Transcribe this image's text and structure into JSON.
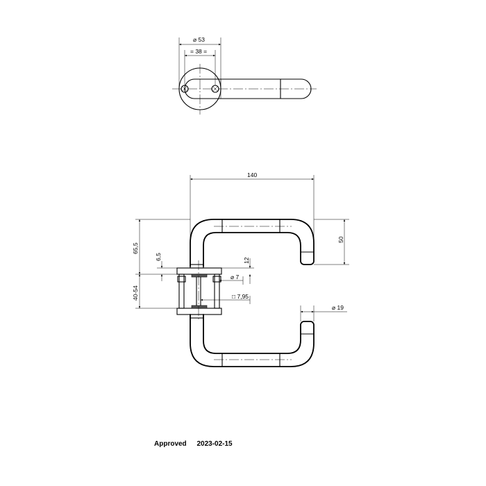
{
  "top_view": {
    "dim_rose_diameter": "⌀ 53",
    "dim_hole_spacing": "= 38 ="
  },
  "side_view": {
    "dim_length": "140",
    "dim_projection": "50",
    "dim_total_height": "65,5",
    "dim_rose_height": "6,5",
    "dim_door_thickness": "40-54",
    "dim_spindle_offset": "12",
    "dim_bolt_diameter": "⌀ 7",
    "dim_spindle_square": "□ 7,95",
    "dim_handle_diameter": "⌀ 19"
  },
  "footer": {
    "status": "Approved",
    "date": "2023-02-15"
  }
}
